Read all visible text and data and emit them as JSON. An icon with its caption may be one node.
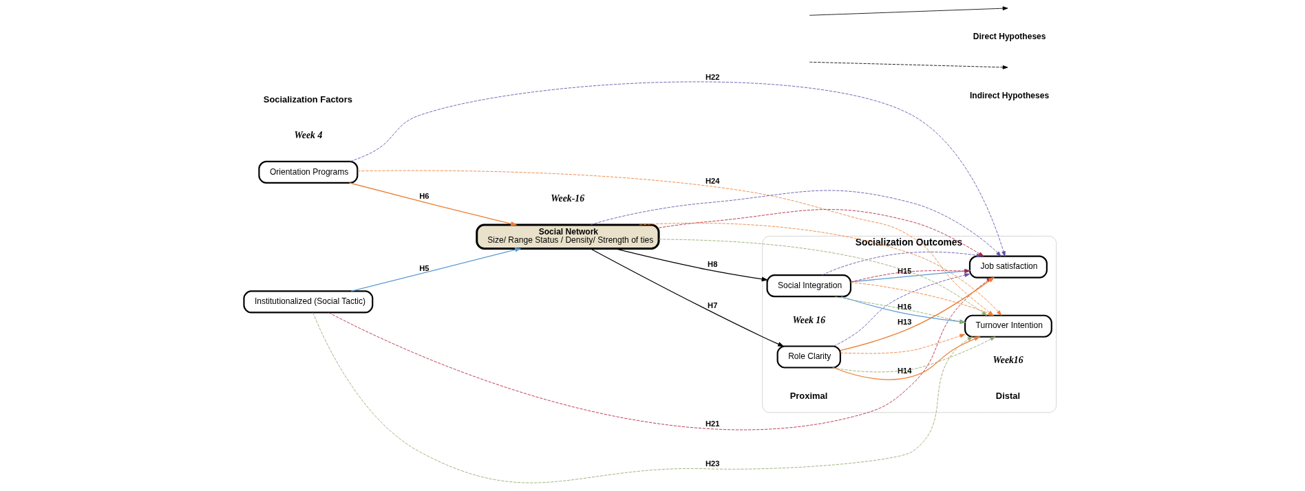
{
  "diagram": {
    "nodes": [
      {
        "text": [
          "Socialization Outcomes"
        ]
      },
      {
        "text": [
          "Institutionalized (Social Tactic)"
        ]
      },
      {
        "text": [
          "Orientation Programs"
        ],
        "beside": [
          "Week 4"
        ]
      },
      {
        "text": [
          "Social Network",
          "Size/ Range Status / Density/ Strength of ties"
        ],
        "beside": [
          "Week-16"
        ]
      },
      {
        "text": [
          "Role Clarity"
        ],
        "in": 0
      },
      {
        "text": [
          "Social Integration"
        ],
        "in": 0,
        "beside": [
          "Week 16"
        ]
      },
      {
        "text": [
          "Job satisfaction"
        ],
        "in": 0
      },
      {
        "text": [
          "Turnover Intention"
        ],
        "in": 0,
        "beside": [
          "Week16"
        ]
      }
    ],
    "edges": [
      {
        "from": 1,
        "to": 3,
        "arrow": "to",
        "label": "H5",
        "color": "#5b9bd5"
      },
      {
        "from": 2,
        "to": 3,
        "arrow": "to",
        "label": "H6",
        "color": "#ed7d31"
      },
      {
        "from": 3,
        "to": 4,
        "arrow": "to",
        "label": "H7",
        "color": "#000000"
      },
      {
        "from": 3,
        "to": 5,
        "arrow": "to",
        "label": "H8",
        "color": "#000000"
      },
      {
        "from": 4,
        "to": 6,
        "arrow": "to",
        "label": "H13",
        "color": "#ed7d31"
      },
      {
        "from": 4,
        "to": 7,
        "arrow": "to",
        "label": "H14",
        "color": "#ed7d31"
      },
      {
        "from": 5,
        "to": 6,
        "arrow": "to",
        "label": "H15",
        "color": "#5b9bd5"
      },
      {
        "from": 5,
        "to": 7,
        "arrow": "to",
        "label": "H16",
        "color": "#5b9bd5"
      },
      {
        "from": 1,
        "to": 6,
        "arrow": "to",
        "label": "H21",
        "style": "dashed",
        "color": "#b0203a"
      },
      {
        "from": 3,
        "to": 6,
        "arrow": "to",
        "style": "dashed",
        "color": "#b0203a"
      },
      {
        "from": 5,
        "to": 6,
        "arrow": "to",
        "style": "dashed",
        "color": "#b0203a"
      },
      {
        "from": 1,
        "to": 7,
        "arrow": "to",
        "label": "H23",
        "style": "dashed",
        "color": "#8faa6a"
      },
      {
        "from": 3,
        "to": 7,
        "arrow": "to",
        "style": "dashed",
        "color": "#8faa6a"
      },
      {
        "from": 4,
        "to": 7,
        "arrow": "to",
        "style": "dashed",
        "color": "#8faa6a"
      },
      {
        "from": 5,
        "to": 7,
        "arrow": "to",
        "style": "dashed",
        "color": "#8faa6a"
      },
      {
        "from": 2,
        "to": 7,
        "arrow": "to",
        "label": "H24",
        "style": "dashed",
        "color": "#ed7d31"
      },
      {
        "from": 3,
        "to": 7,
        "arrow": "to",
        "style": "dashed",
        "color": "#ed7d31"
      },
      {
        "from": 4,
        "to": 7,
        "arrow": "to",
        "style": "dashed",
        "color": "#ed7d31"
      },
      {
        "from": 5,
        "to": 7,
        "arrow": "to",
        "style": "dashed",
        "color": "#ed7d31"
      },
      {
        "from": 2,
        "to": 6,
        "arrow": "to",
        "label": "H22",
        "style": "dashed",
        "color": "#5b4fa8"
      },
      {
        "from": 3,
        "to": 6,
        "arrow": "to",
        "style": "dashed",
        "color": "#5b4fa8"
      },
      {
        "from": 4,
        "to": 6,
        "arrow": "to",
        "style": "dashed",
        "color": "#5b4fa8"
      },
      {
        "from": 5,
        "to": 6,
        "arrow": "to",
        "style": "dashed",
        "color": "#5b4fa8"
      }
    ],
    "labels": [
      "Socialization Factors",
      "Proximal",
      "Distal"
    ],
    "legend": [
      {
        "text": "Direct Hypotheses"
      },
      {
        "text": "Indirect Hypotheses"
      }
    ]
  }
}
